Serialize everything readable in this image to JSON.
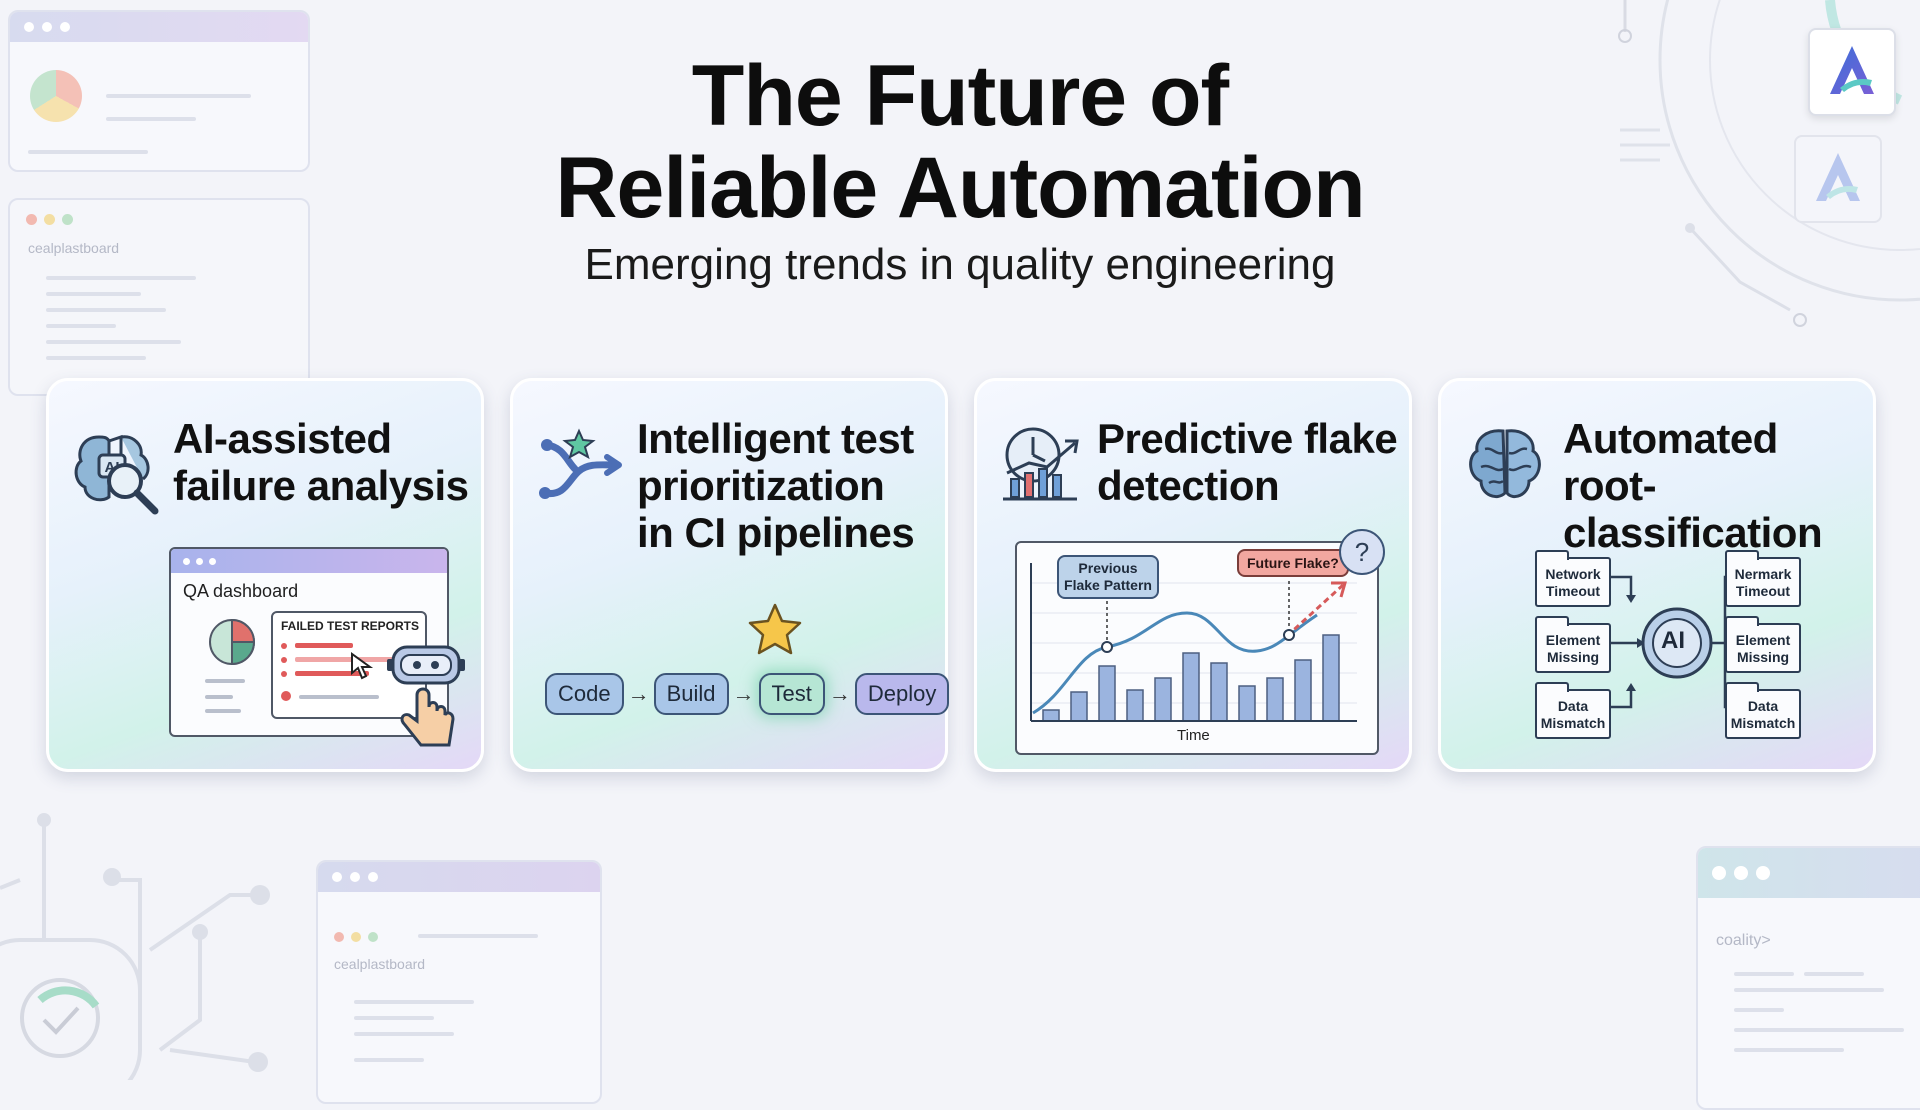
{
  "header": {
    "title_line1": "The Future of",
    "title_line2": "Reliable Automation",
    "subtitle": "Emerging trends in quality engineering"
  },
  "background": {
    "ghost_label_1": "cealplastboard",
    "ghost_label_2": "cealplastboard",
    "ghost_label_3": "coality>"
  },
  "cards": [
    {
      "title_line1": "AI-assisted",
      "title_line2": "failure analysis",
      "icon": "ai-brain-magnifier-icon",
      "dashboard_label": "QA dashboard",
      "reports_label": "FAILED TEST REPORTS",
      "ai_badge": "AI"
    },
    {
      "title_line1": "Intelligent test",
      "title_line2": "prioritization",
      "title_line3": "in CI pipelines",
      "icon": "branching-arrows-star-icon",
      "pipeline": [
        "Code",
        "Build",
        "Test",
        "Deploy"
      ]
    },
    {
      "title_line1": "Predictive flake",
      "title_line2": "detection",
      "icon": "clock-chart-icon",
      "callout_previous_line1": "Previous",
      "callout_previous_line2": "Flake Pattern",
      "callout_future": "Future Flake?",
      "question": "?",
      "x_axis": "Time"
    },
    {
      "title_line1": "Automated root-",
      "title_line2": "classification",
      "icon": "brain-icon",
      "hub": "AI",
      "left_inputs": [
        [
          "Network",
          "Timeout"
        ],
        [
          "Element",
          "Missing"
        ],
        [
          "Data",
          "Mismatch"
        ]
      ],
      "right_outputs": [
        [
          "Nermark",
          "Timeout"
        ],
        [
          "Element",
          "Missing"
        ],
        [
          "Data",
          "Mismatch"
        ]
      ]
    }
  ],
  "colors": {
    "accent_blue": "#4a6fd3",
    "pipeline_node": "#a9c6e8",
    "failure_red": "#e05a5a",
    "chart_bar": "#9bb4df"
  }
}
